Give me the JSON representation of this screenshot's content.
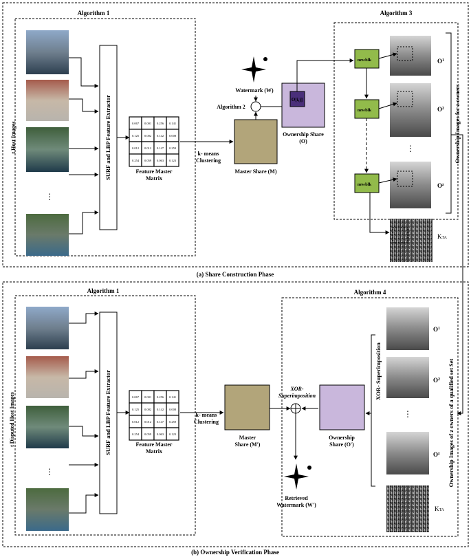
{
  "phase_a": {
    "caption": "(a) Share Construction Phase",
    "algorithm1_title": "Algorithm 1",
    "algorithm3_title": "Algorithm 3",
    "host_images_label": "t Host Images",
    "extractor_label": "SURF and LBP Feature Extractor",
    "matrix_label_1": "Feature Master",
    "matrix_label_2": "Matrix",
    "matrix_values": [
      "0.067",
      "0.001",
      "0.256",
      "0.141",
      "0.125",
      "0.002",
      "0.142",
      "0.008",
      "0.012",
      "0.012",
      "0.147",
      "0.259",
      "0.254",
      "0.059",
      "0.063",
      "0.123"
    ],
    "kmeans_1": "k- means",
    "kmeans_2": "Clustering",
    "master_share": "Master Share (M)",
    "algorithm2_label": "Algorithm 2",
    "watermark_label": "Watermark (W)",
    "ownership_share_1": "Ownership Share",
    "ownership_share_2": "(O)",
    "oij_label": "O[i,j]",
    "newblk_1": "newblk",
    "newblk_2": "newblk",
    "newblk_z": "newblk",
    "owner_1": "O",
    "owner_2": "O",
    "owner_z": "O",
    "kta_label": "K",
    "kta_sub": "TA",
    "side_label": "Ownership Images for  z owners"
  },
  "phase_b": {
    "caption": "(b) Ownership Verification Phase",
    "algorithm1_title": "Algorithm 1",
    "algorithm4_title": "Algorithm 4",
    "host_images_label": "t Disputed Host Images",
    "extractor_label": "SURF and LBP Feature Extractor",
    "matrix_label_1": "Feature Master",
    "matrix_label_2": "Matrix",
    "matrix_values": [
      "0.067",
      "0.001",
      "0.256",
      "0.141",
      "0.125",
      "0.002",
      "0.142",
      "0.008",
      "0.012",
      "0.012",
      "0.147",
      "0.259",
      "0.254",
      "0.059",
      "0.063",
      "0.123"
    ],
    "kmeans_1": "k- means",
    "kmeans_2": "Clustering",
    "master_share_1": "Master",
    "master_share_2": "Share (M')",
    "xor_1": "XOR-",
    "xor_2": "Superimposition",
    "ownership_share_1": "Ownership",
    "ownership_share_2": "Share (O')",
    "xor_vertical": "XOR- Superimposition",
    "retrieved_1": "Retrieved",
    "retrieved_2": "Watermark (W')",
    "owner_1": "O",
    "owner_2": "O",
    "owner_z": "O",
    "kta_label": "K",
    "kta_sub": "TA",
    "side_label": "Ownership Images of  z owners of a qualified set  Set"
  },
  "colors": {
    "master_share_fill": "#b2a57a",
    "ownership_share_fill": "#c9b7dc",
    "newblk_fill": "#92bb4b",
    "oij_fill": "#4a2f7a"
  }
}
